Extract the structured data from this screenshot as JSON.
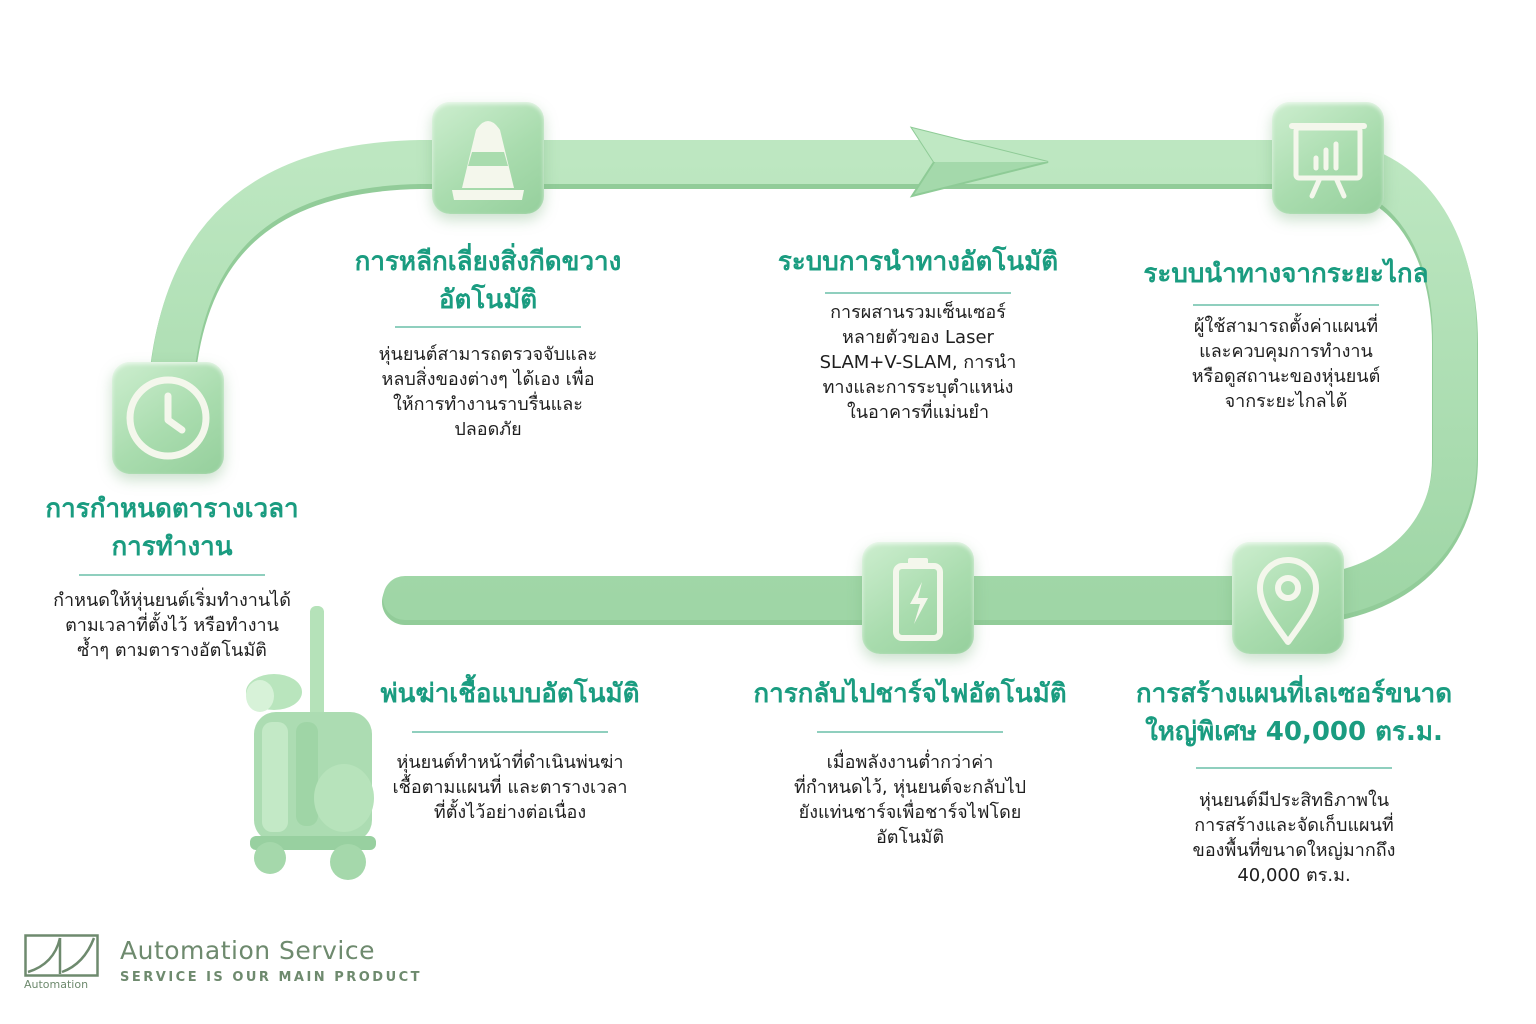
{
  "steps": [
    {
      "title": [
        "การกำหนดตารางเวลา",
        "การทำงาน"
      ],
      "description": [
        "กำหนดให้หุ่นยนต์เริ่มทำงานได้",
        "ตามเวลาที่ตั้งไว้ หรือทำงาน",
        "ซ้ำๆ ตามตารางอัตโนมัติ"
      ],
      "icon": "clock-icon"
    },
    {
      "title": [
        "การหลีกเลี่ยงสิ่งกีดขวาง",
        "อัตโนมัติ"
      ],
      "description": [
        "หุ่นยนต์สามารถตรวจจับและ",
        "หลบสิ่งของต่างๆ ได้เอง เพื่อ",
        "ให้การทำงานราบรื่นและ",
        "ปลอดภัย"
      ],
      "icon": "traffic-cone-icon"
    },
    {
      "title": [
        "ระบบการนำทางอัตโนมัติ"
      ],
      "description": [
        "การผสานรวมเซ็นเซอร์",
        "หลายตัวของ Laser",
        "SLAM+V-SLAM, การนำ",
        "ทางและการระบุตำแหน่ง",
        "ในอาคารที่แม่นยำ"
      ],
      "icon": "navigation-arrow-icon"
    },
    {
      "title": [
        "ระบบนำทางจากระยะไกล"
      ],
      "description": [
        "ผู้ใช้สามารถตั้งค่าแผนที่",
        "และควบคุมการทำงาน",
        "หรือดูสถานะของหุ่นยนต์",
        "จากระยะไกลได้"
      ],
      "icon": "presentation-chart-icon"
    },
    {
      "title": [
        "การสร้างแผนที่เลเซอร์ขนาด",
        "ใหญ่พิเศษ 40,000 ตร.ม."
      ],
      "description": [
        "หุ่นยนต์มีประสิทธิภาพใน",
        "การสร้างและจัดเก็บแผนที่",
        "ของพื้นที่ขนาดใหญ่มากถึง",
        "40,000 ตร.ม."
      ],
      "icon": "map-pin-icon"
    },
    {
      "title": [
        "การกลับไปชาร์จไฟอัตโนมัติ"
      ],
      "description": [
        "เมื่อพลังงานต่ำกว่าค่า",
        "ที่กำหนดไว้, หุ่นยนต์จะกลับไป",
        "ยังแท่นชาร์จเพื่อชาร์จไฟโดย",
        "อัตโนมัติ"
      ],
      "icon": "battery-charging-icon"
    },
    {
      "title": [
        "พ่นฆ่าเชื้อแบบอัตโนมัติ"
      ],
      "description": [
        "หุ่นยนต์ทำหน้าที่ดำเนินพ่นฆ่า",
        "เชื้อตามแผนที่ และตารางเวลา",
        "ที่ตั้งไว้อย่างต่อเนื่อง"
      ],
      "icon": "disinfection-robot-icon"
    }
  ],
  "logo": {
    "name": "Automation Service",
    "tagline": "SERVICE IS OUR MAIN PRODUCT",
    "mark_text": "Automation"
  },
  "colors": {
    "title": "#1a9c80",
    "path": "#a7dcae",
    "divider": "#8fcfbe",
    "logo": "#6e8a6e"
  }
}
